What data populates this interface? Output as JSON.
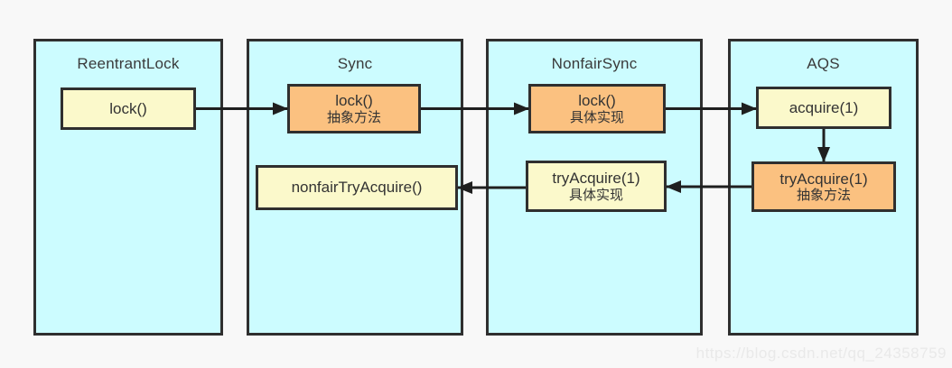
{
  "page": {
    "background_color": "#f8f8f8",
    "watermark": "https://blog.csdn.net/qq_24358759"
  },
  "diagram": {
    "classes": [
      {
        "name": "ReentrantLock"
      },
      {
        "name": "Sync"
      },
      {
        "name": "NonfairSync"
      },
      {
        "name": "AQS"
      }
    ],
    "nodes": [
      {
        "label": "lock()",
        "sublabel": "",
        "container": "ReentrantLock",
        "kind": "method"
      },
      {
        "label": "lock()",
        "sublabel": "抽象方法",
        "container": "Sync",
        "kind": "abstract-method"
      },
      {
        "label": "lock()",
        "sublabel": "具体实现",
        "container": "NonfairSync",
        "kind": "concrete-implementation"
      },
      {
        "label": "acquire(1)",
        "sublabel": "",
        "container": "AQS",
        "kind": "method"
      },
      {
        "label": "tryAcquire(1)",
        "sublabel": "抽象方法",
        "container": "AQS",
        "kind": "abstract-method"
      },
      {
        "label": "tryAcquire(1)",
        "sublabel": "具体实现",
        "container": "NonfairSync",
        "kind": "concrete-implementation"
      },
      {
        "label": "nonfairTryAcquire()",
        "sublabel": "",
        "container": "Sync",
        "kind": "method"
      }
    ],
    "arrows": [
      {
        "from": "ReentrantLock.lock()",
        "to": "Sync.lock()",
        "direction": "right"
      },
      {
        "from": "Sync.lock()",
        "to": "NonfairSync.lock()",
        "direction": "right"
      },
      {
        "from": "NonfairSync.lock()",
        "to": "AQS.acquire(1)",
        "direction": "right"
      },
      {
        "from": "AQS.acquire(1)",
        "to": "AQS.tryAcquire(1)",
        "direction": "down"
      },
      {
        "from": "AQS.tryAcquire(1)",
        "to": "NonfairSync.tryAcquire(1)",
        "direction": "left"
      },
      {
        "from": "NonfairSync.tryAcquire(1)",
        "to": "Sync.nonfairTryAcquire()",
        "direction": "left"
      }
    ],
    "colors": {
      "container_fill": "#ccfcff",
      "method_fill": "#fbf9cb",
      "abstract_fill": "#fbc180",
      "border": "#2f2f2f",
      "arrow": "#1f1f1f",
      "watermark_text": "#e9e9e9"
    }
  }
}
